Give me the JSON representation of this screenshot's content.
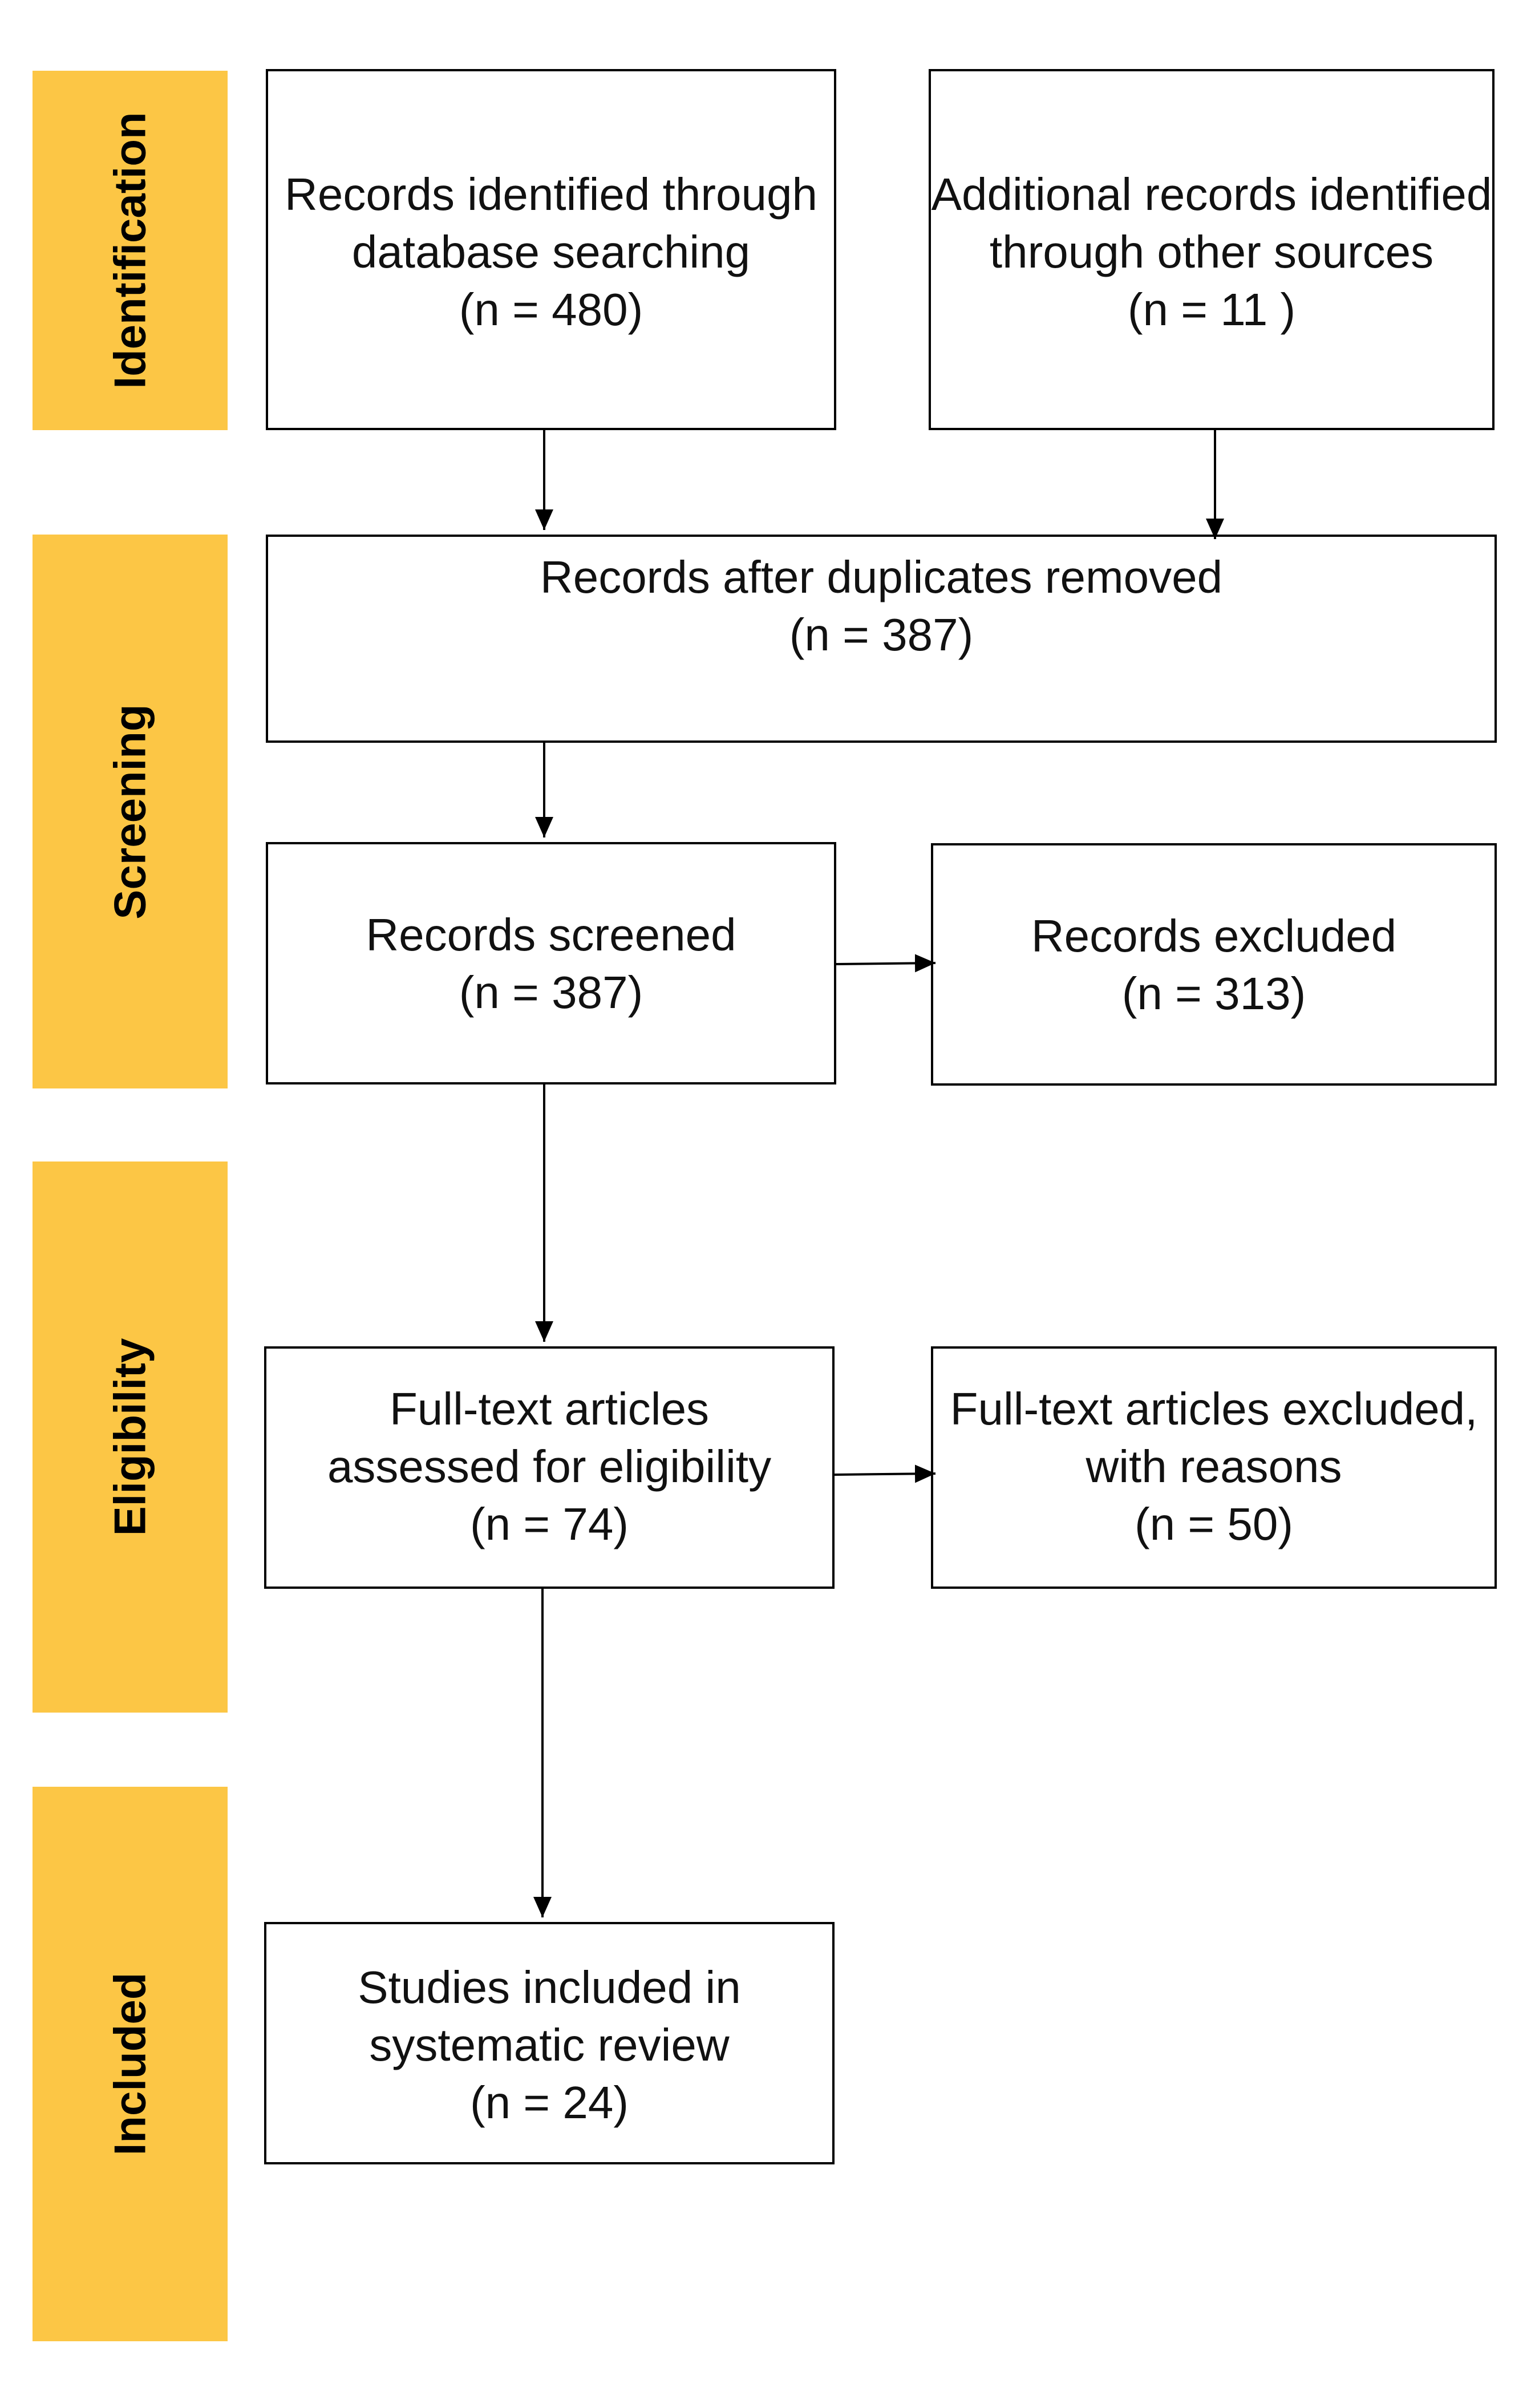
{
  "colors": {
    "phase_fill": "#FCC645",
    "box_border": "#000000",
    "text": "#111111"
  },
  "phases": {
    "identification": "Identification",
    "screening": "Screening",
    "eligibility": "Eligibility",
    "included": "Included"
  },
  "boxes": {
    "database_records": {
      "lines": [
        "Records identified through",
        "database searching",
        "(n = 480)"
      ]
    },
    "other_sources": {
      "lines": [
        "Additional records identified",
        "through other sources",
        "(n = 11 )"
      ]
    },
    "duplicates_removed": {
      "lines": [
        "Records after duplicates removed",
        "(n =  387)"
      ]
    },
    "screened": {
      "lines": [
        "Records screened",
        "(n = 387)"
      ]
    },
    "excluded": {
      "lines": [
        "Records excluded",
        "(n = 313)"
      ]
    },
    "full_text": {
      "lines": [
        "Full-text articles",
        "assessed for eligibility",
        "(n = 74)"
      ]
    },
    "full_text_excluded": {
      "lines": [
        "Full-text articles excluded,",
        "with reasons",
        "(n = 50)"
      ]
    },
    "included_studies": {
      "lines": [
        "Studies included in",
        "systematic review",
        "(n = 24)"
      ]
    }
  }
}
